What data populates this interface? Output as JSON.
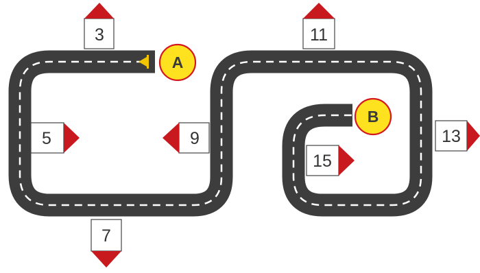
{
  "colors": {
    "road": "#3d3d3d",
    "road_edge": "#ffffff",
    "lane_dash": "#ffffff",
    "sign_box": "#ffffff",
    "sign_border": "#444444",
    "arrow": "#c8191e",
    "point_fill": "#ffe21f",
    "point_ring": "#d4181e",
    "start_marker": "#f2c500"
  },
  "points": {
    "start": "A",
    "end": "B"
  },
  "signs": [
    {
      "number": "3",
      "arrow": "up"
    },
    {
      "number": "5",
      "arrow": "right"
    },
    {
      "number": "7",
      "arrow": "down"
    },
    {
      "number": "9",
      "arrow": "left"
    },
    {
      "number": "11",
      "arrow": "up"
    },
    {
      "number": "13",
      "arrow": "right"
    },
    {
      "number": "15",
      "arrow": "right"
    }
  ]
}
